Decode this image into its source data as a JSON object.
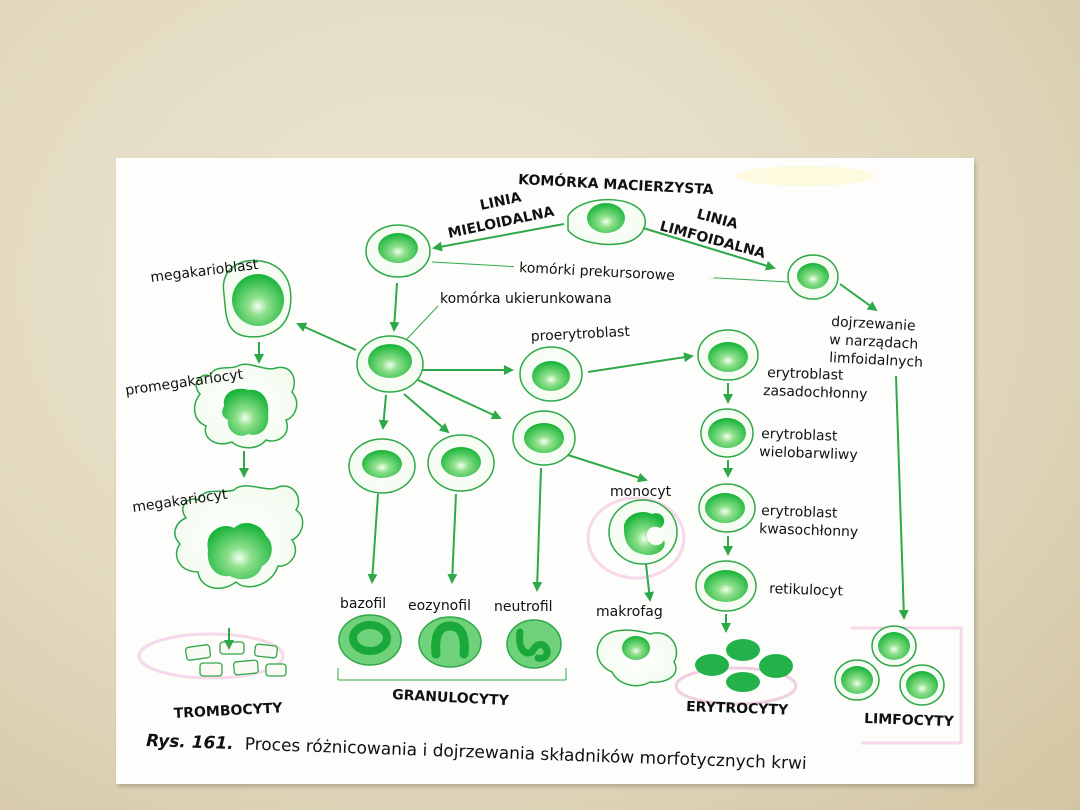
{
  "diagram": {
    "stem_cell": "KOMÓRKA MACIERZYSTA",
    "myeloid_line": [
      "LINIA",
      "MIELOIDALNA"
    ],
    "lymphoid_line": [
      "LINIA",
      "LIMFOIDALNA"
    ],
    "precursor_cells": "komórki prekursorowe",
    "committed_cell": "komórka ukierunkowana",
    "megakaryoblast": "megakarioblast",
    "promegakaryocyte": "promegakariocyt",
    "megakaryocyte": "megakariocyt",
    "proerythroblast": "proerytroblast",
    "basophilic_erythroblast": [
      "erytroblast",
      "zasadochłonny"
    ],
    "polychromatic_erythroblast": [
      "erytroblast",
      "wielobarwliwy"
    ],
    "orthochromatic_erythroblast": [
      "erytroblast",
      "kwasochłonny"
    ],
    "reticulocyte": "retikulocyt",
    "lymphoid_maturation": [
      "dojrzewanie",
      "w narządach",
      "limfoidalnych"
    ],
    "monocyte": "monocyt",
    "macrophage": "makrofag",
    "basophil": "bazofil",
    "eosinophil": "eozynofil",
    "neutrophil": "neutrofil",
    "thrombocytes": "TROMBOCYTY",
    "granulocytes": "GRANULOCYTY",
    "erythrocytes": "ERYTROCYTY",
    "lymphocytes": "LIMFOCYTY",
    "caption_number": "Rys. 161.",
    "caption_text": "Proces różnicowania i dojrzewania składników morfotycznych krwi"
  }
}
